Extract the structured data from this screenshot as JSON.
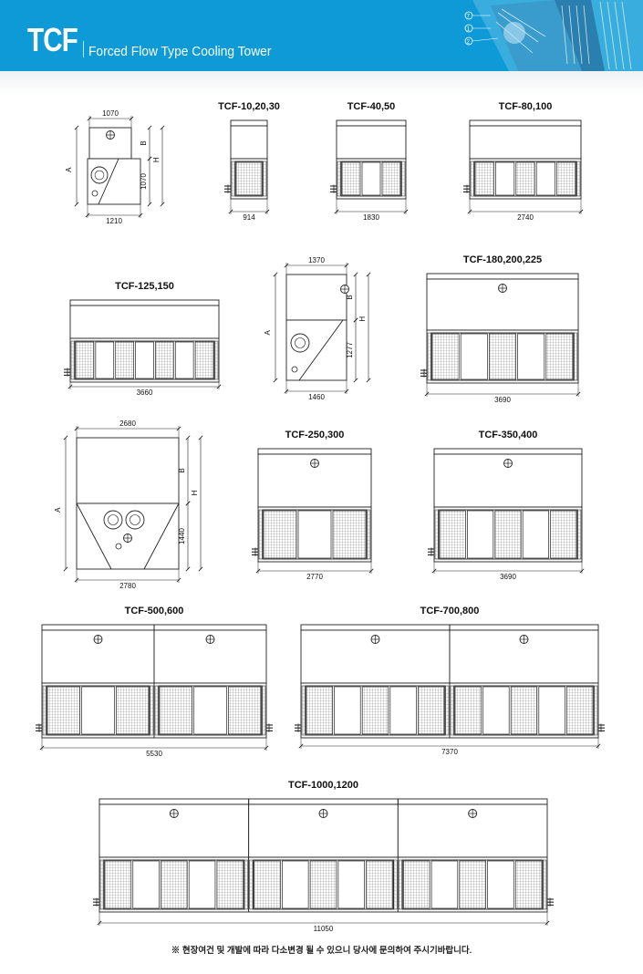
{
  "header": {
    "brand": "TCF",
    "subtitle": "Forced Flow Type Cooling Tower",
    "callouts": [
      "⑦",
      "①",
      "②"
    ],
    "accent": "#0d9ad6"
  },
  "drawings": [
    {
      "name": "side-view-small",
      "dims": [
        "1070",
        "1210",
        "A",
        "B",
        "H",
        "1070"
      ]
    },
    {
      "name": "TCF-10,20,30",
      "title": "TCF-10,20,30",
      "width": "914"
    },
    {
      "name": "TCF-40,50",
      "title": "TCF-40,50",
      "width": "1830"
    },
    {
      "name": "TCF-80,100",
      "title": "TCF-80,100",
      "width": "2740"
    },
    {
      "name": "TCF-125,150",
      "title": "TCF-125,150",
      "width": "3660"
    },
    {
      "name": "side-view-medium",
      "dims": [
        "1370",
        "1460",
        "A",
        "B",
        "H",
        "1277"
      ]
    },
    {
      "name": "TCF-180,200,225",
      "title": "TCF-180,200,225",
      "width": "3690"
    },
    {
      "name": "side-view-large",
      "dims": [
        "2680",
        "2780",
        "A",
        "B",
        "H",
        "1440"
      ]
    },
    {
      "name": "TCF-250,300",
      "title": "TCF-250,300",
      "width": "2770"
    },
    {
      "name": "TCF-350,400",
      "title": "TCF-350,400",
      "width": "3690"
    },
    {
      "name": "TCF-500,600",
      "title": "TCF-500,600",
      "width": "5530"
    },
    {
      "name": "TCF-700,800",
      "title": "TCF-700,800",
      "width": "7370"
    },
    {
      "name": "TCF-1000,1200",
      "title": "TCF-1000,1200",
      "width": "11050"
    }
  ],
  "footnote": "※  현장여건 및 개발에 따라 다소변경 될 수 있으니 당사에 문의하여 주시기바랍니다."
}
